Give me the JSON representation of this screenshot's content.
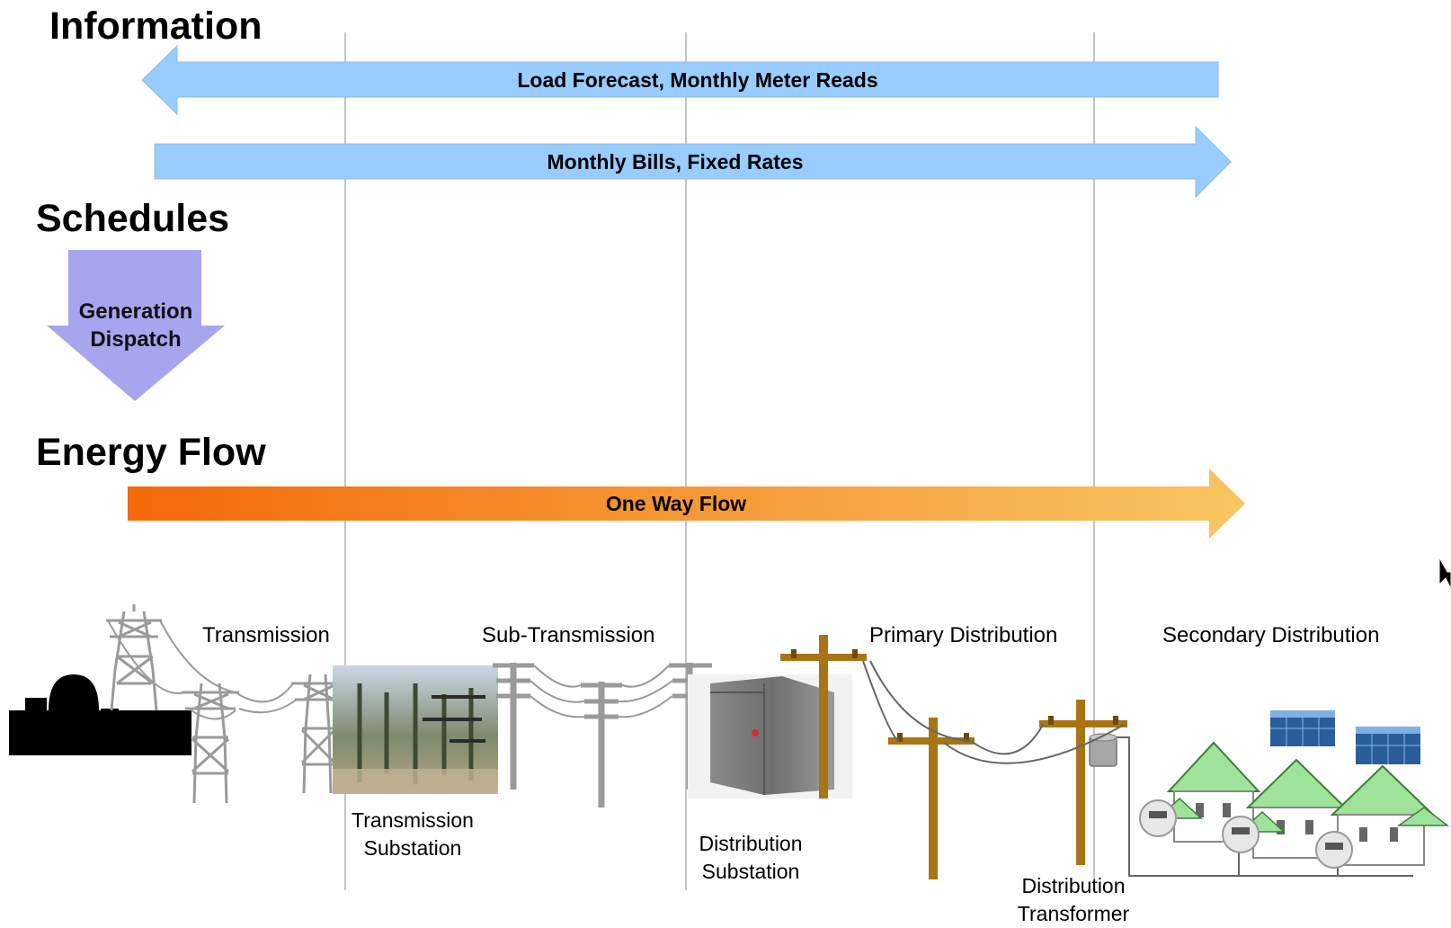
{
  "headings": {
    "information": "Information",
    "schedules": "Schedules",
    "energy_flow": "Energy Flow"
  },
  "arrows": {
    "information_left": "Load Forecast, Monthly Meter Reads",
    "information_right": "Monthly Bills, Fixed Rates",
    "schedule_down_line1": "Generation",
    "schedule_down_line2": "Dispatch",
    "energy_flow": "One Way Flow"
  },
  "segments": {
    "transmission": "Transmission",
    "sub_transmission": "Sub-Transmission",
    "primary_distribution": "Primary Distribution",
    "secondary_distribution": "Secondary Distribution"
  },
  "equipment": {
    "transmission_substation_line1": "Transmission",
    "transmission_substation_line2": "Substation",
    "distribution_substation_line1": "Distribution",
    "distribution_substation_line2": "Substation",
    "distribution_transformer_line1": "Distribution",
    "distribution_transformer_line2": "Transformer"
  },
  "colors": {
    "information_arrow": "#99ccff",
    "schedule_arrow": "#a6a6ee",
    "flow_start": "#f4690a",
    "flow_end": "#f7c662",
    "pole_wood": "#a87416",
    "tower_gray": "#9a9a9a",
    "house_roof": "#9fe39a"
  }
}
